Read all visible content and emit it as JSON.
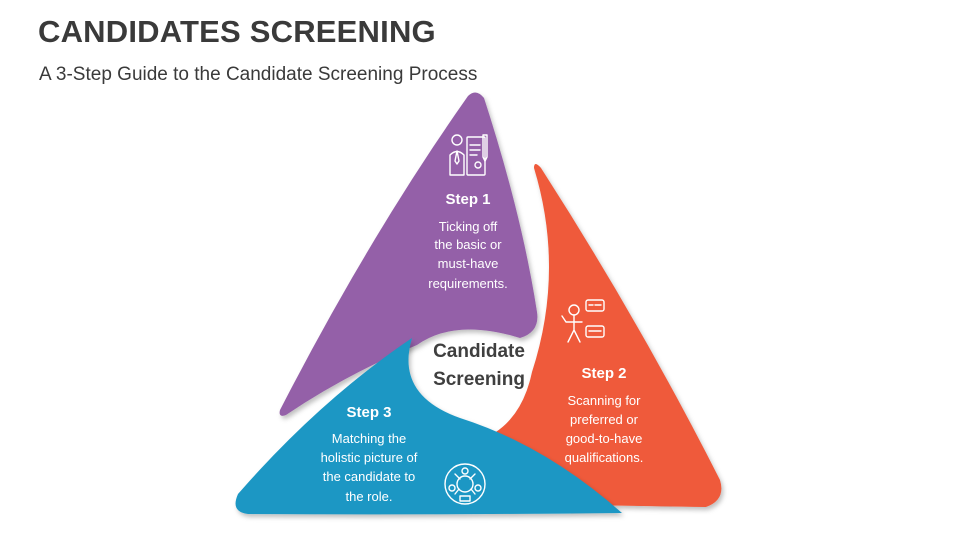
{
  "header": {
    "title": "CANDIDATES SCREENING",
    "subtitle": "A 3-Step Guide to the Candidate Screening Process"
  },
  "center": {
    "line1": "Candidate",
    "line2": "Screening"
  },
  "steps": [
    {
      "title": "Step 1",
      "lines": [
        "Ticking off",
        "the basic or",
        "must-have",
        "requirements."
      ],
      "color": "#9460a8",
      "icon": "resume-person-icon"
    },
    {
      "title": "Step 2",
      "lines": [
        "Scanning for",
        "preferred or",
        "good-to-have",
        "qualifications."
      ],
      "color": "#ef5a3a",
      "icon": "person-chat-icon"
    },
    {
      "title": "Step 3",
      "lines": [
        "Matching the",
        "holistic picture of",
        "the candidate to",
        "the role."
      ],
      "color": "#1c97c4",
      "icon": "person-network-icon"
    }
  ]
}
